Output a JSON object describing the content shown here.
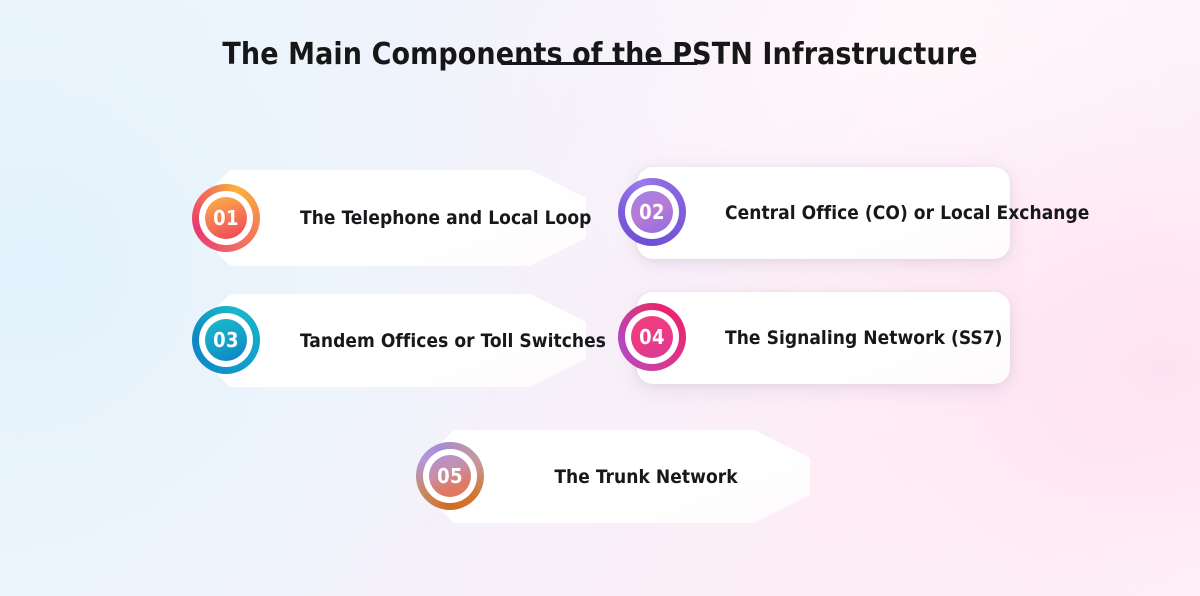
{
  "page": {
    "heading": "The Main Components of the PSTN Infrastructure",
    "background_colors": {
      "top_left": "#e9f3fc",
      "top_right": "#fff8fb",
      "bottom_left": "#edf3fc",
      "bottom_right": "#fdeef6"
    },
    "divider_color": "#15151f"
  },
  "cards": [
    {
      "number": "01",
      "label": "The Telephone and Local Loop",
      "accent_start": "#fbb03b",
      "accent_end": "#e8386f",
      "shape": "pointed",
      "align": "left"
    },
    {
      "number": "02",
      "label": "Central Office (CO) or Local Exchange",
      "accent_start": "#9b7bea",
      "accent_end": "#6c4fd6",
      "shape": "rounded",
      "align": "left"
    },
    {
      "number": "03",
      "label": "Tandem Offices or Toll Switches",
      "accent_start": "#21b9c6",
      "accent_end": "#0c7fc2",
      "shape": "pointed",
      "align": "left"
    },
    {
      "number": "04",
      "label": "The Signaling Network (SS7)",
      "accent_start": "#f0417f",
      "accent_end": "#b247c6",
      "shape": "rounded",
      "align": "left"
    },
    {
      "number": "05",
      "label": "The Trunk Network",
      "accent_start": "#b596dd",
      "accent_end": "#d06c23",
      "shape": "pointed",
      "align": "center"
    }
  ]
}
